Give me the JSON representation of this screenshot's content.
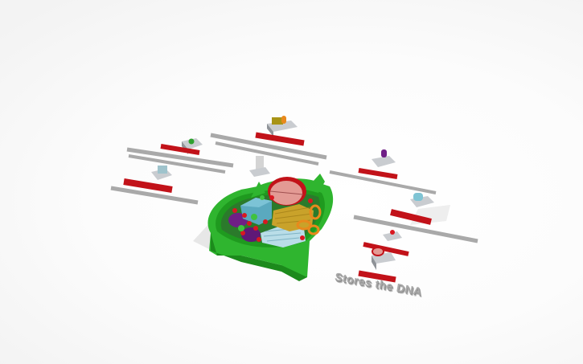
{
  "scene": {
    "type": "3d-model-render",
    "subject": "plant-cell-model",
    "background_color": "#fafafa"
  },
  "labels": [
    {
      "id": "chloroplast",
      "color_marker": "#2ea12e"
    },
    {
      "id": "golgi",
      "color_marker": "#c9a22a"
    },
    {
      "id": "vacuole",
      "color_marker": "#8fd0e0"
    },
    {
      "id": "purple-organelle",
      "color_marker": "#7b2a8f"
    },
    {
      "id": "smooth-er",
      "color_marker": "#7fc4d4"
    },
    {
      "id": "ribosome",
      "color_marker": "#d4141c"
    },
    {
      "id": "nucleus",
      "color_marker": "#e39a94",
      "description": "Stores the DNA"
    }
  ],
  "colors": {
    "cell_wall": "#2fb52f",
    "cell_wall_dark": "#1c8a1c",
    "label_red": "#c21219",
    "label_gray": "#a9a9a9",
    "pedestal": "#b9bcc0",
    "nucleus": "#e39a94",
    "er": "#5aa9bf",
    "vacuole_lines": "#a9d7e4",
    "golgi": "#c9a22a",
    "mito": "#e8891c",
    "purple": "#6f1f86",
    "ribosome": "#d91820"
  }
}
